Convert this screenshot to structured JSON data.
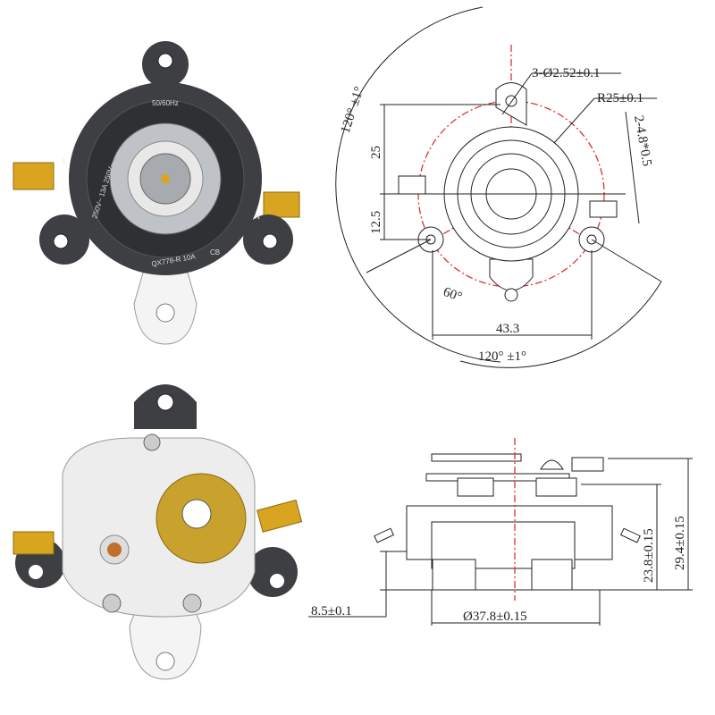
{
  "top_view_drawing": {
    "hole_callout": "3-Ø2.52±0.1",
    "radius_callout": "R25±0.1",
    "terminal_callout": "2-4.8*0.5",
    "dim_25": "25",
    "dim_12_5": "12.5",
    "dim_43_3": "43.3",
    "angle_60": "60°",
    "angle_120_left": "120° ±1°",
    "angle_120_bottom": "120° ±1°"
  },
  "side_view_drawing": {
    "base_height": "8.5±0.1",
    "diameter": "Ø37.8±0.15",
    "height_body": "23.8±0.15",
    "height_total": "29.4±0.15"
  },
  "product_front": {
    "freq": "50/60Hz",
    "rating": "250V~ 13A 250V~",
    "model": "QX778-R 10A",
    "cert": "CB",
    "terminal_l": "L",
    "terminal_n": "N"
  },
  "colors": {
    "body": "#3d3f42",
    "brass": "#d9a520",
    "gold": "#c9a22e",
    "red": "#e02020"
  }
}
